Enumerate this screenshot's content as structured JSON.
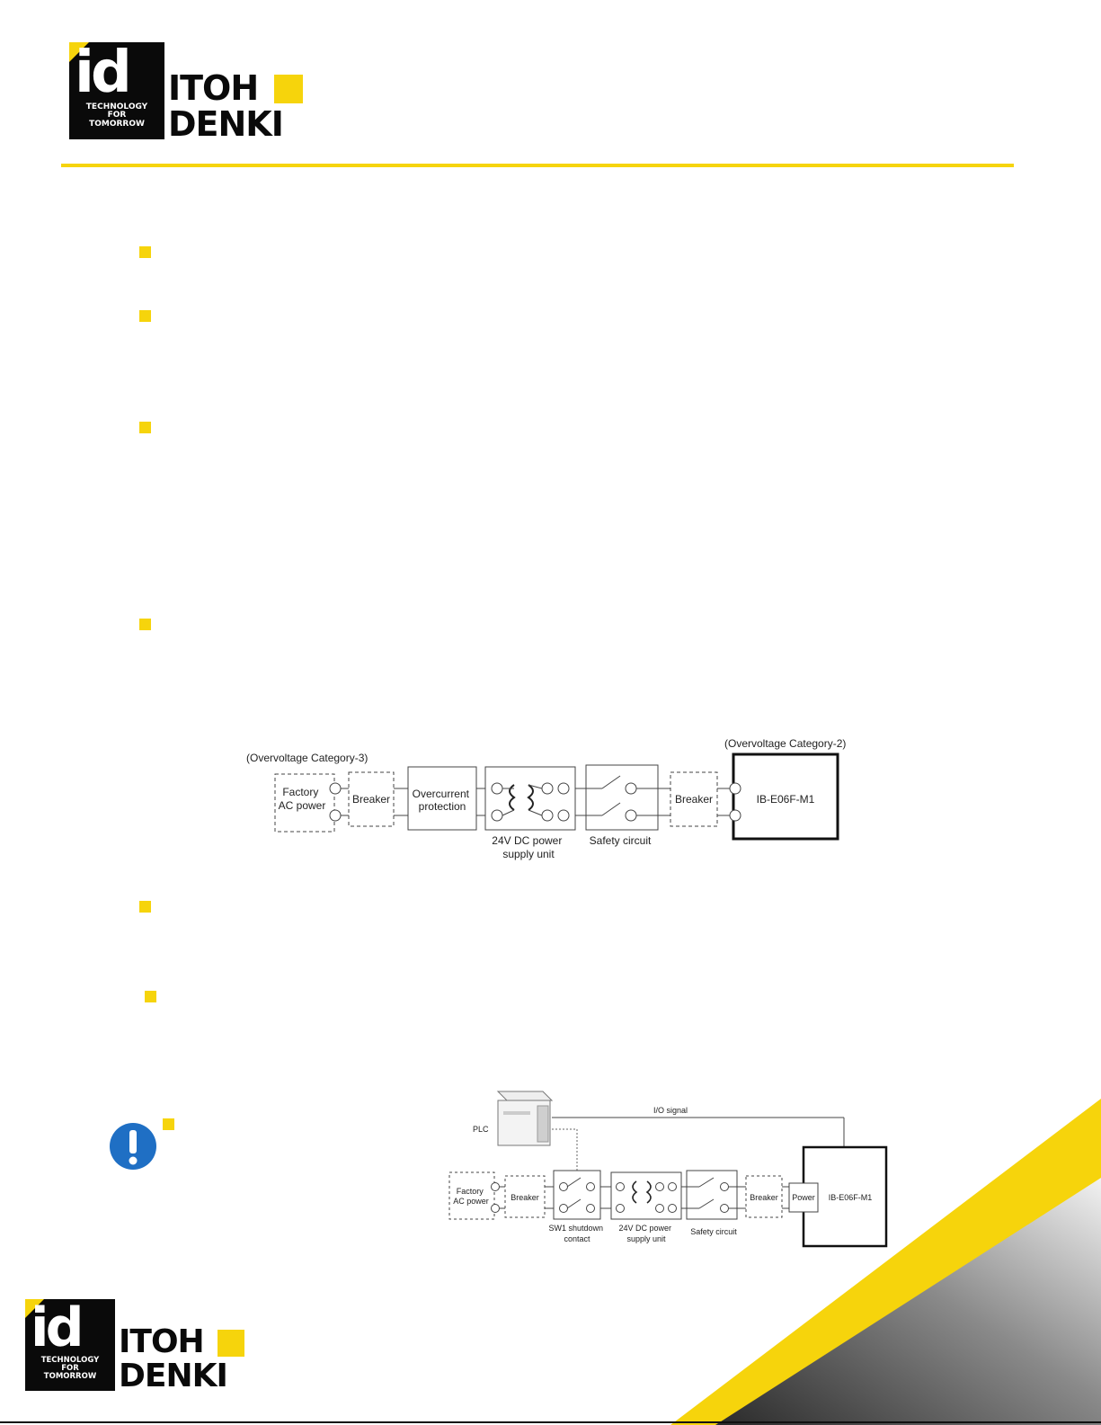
{
  "logo": {
    "mark": "id",
    "tag_lines": [
      "TECHNOLOGY",
      "FOR",
      "TOMORROW"
    ],
    "word_lines": [
      "ITOH",
      "DENKI"
    ]
  },
  "diagram1": {
    "cat3_label": "(Overvoltage Category-3)",
    "cat2_label": "(Overvoltage Category-2)",
    "factory_label": [
      "Factory",
      "AC power"
    ],
    "breaker1_label": "Breaker",
    "overcurrent_label": [
      "Overcurrent",
      "protection"
    ],
    "psu_label": [
      "24V DC power",
      "supply unit"
    ],
    "safety_label": "Safety circuit",
    "breaker2_label": "Breaker",
    "device_label": "IB-E06F-M1"
  },
  "diagram2": {
    "plc_label": "PLC",
    "io_label": "I/O signal",
    "factory_label": [
      "Factory",
      "AC power"
    ],
    "breaker1_label": "Breaker",
    "sw1_label": [
      "SW1 shutdown",
      "contact"
    ],
    "psu_label": [
      "24V DC power",
      "supply unit"
    ],
    "safety_label": "Safety circuit",
    "breaker2_label": "Breaker",
    "power_label": "Power",
    "device_label": "IB-E06F-M1"
  },
  "colors": {
    "accent_yellow": "#f6d40c",
    "logo_black": "#0a0a0a",
    "alert_blue": "#1f6fc4"
  },
  "icons": {
    "alert": "exclamation-circle-icon"
  }
}
